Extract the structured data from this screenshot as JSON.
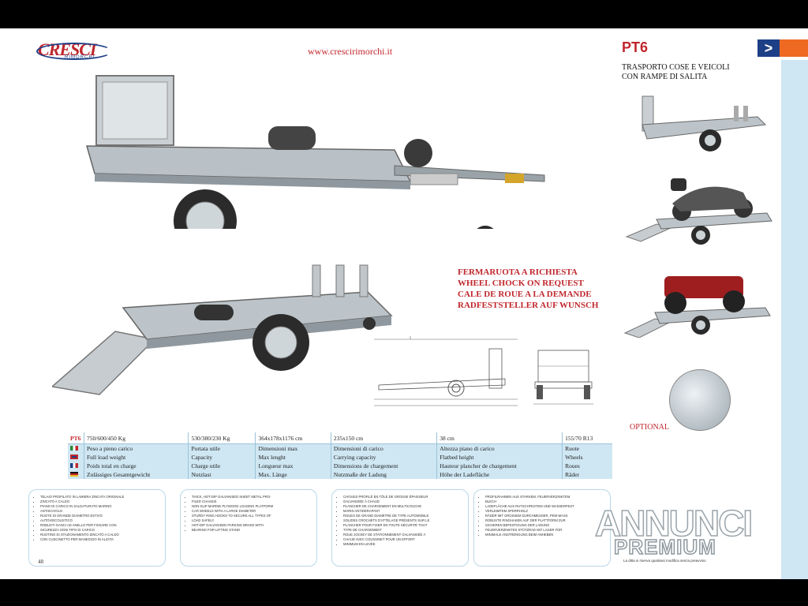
{
  "brand": {
    "name": "CRESCI",
    "sub": "RIMORCHI"
  },
  "url": "www.crescirimorchi.it",
  "model": "PT6",
  "subtitle": [
    "TRASPORTO COSE E VEICOLI",
    "CON RAMPE DI SALITA"
  ],
  "note": [
    "FERMARUOTA A RICHIESTA",
    "WHEEL CHOCK ON REQUEST",
    "CALE DE ROUE A LA DEMANDE",
    "RADFESTSTELLER AUF WUNSCH"
  ],
  "optional": "OPTIONAL",
  "spec_head": [
    "PT6",
    "750/600/450 Kg",
    "530/380/230 Kg",
    "364x178x1176 cm",
    "235x150 cm",
    "38 cm",
    "155/70 R13"
  ],
  "spec_rows": [
    {
      "lang": "it",
      "cells": [
        "Peso a pieno carico",
        "Portata utile",
        "Dimensioni max",
        "Dimensioni di carico",
        "Altezza piano di carico",
        "Ruote"
      ]
    },
    {
      "lang": "en",
      "cells": [
        "Full load weight",
        "Capacity",
        "Max lenght",
        "Carrying capacity",
        "Flatbed height",
        "Wheels"
      ]
    },
    {
      "lang": "fr",
      "cells": [
        "Poids total en charge",
        "Charge utile",
        "Longueur max",
        "Dimensions de chargement",
        "Hauteur plancher de chargement",
        "Roues"
      ]
    },
    {
      "lang": "de",
      "cells": [
        "Zulässiges Gesamtgewicht",
        "Nutzlast",
        "Max. Länge",
        "Nutzmaße der Ladung",
        "Höhe der Ladefläche",
        "Räder"
      ]
    }
  ],
  "boxes": [
    [
      "TELAIO PROFILATO IN LAMIERA ZINCATA ORIGINALE",
      "ZINCATO A CALDO",
      "PIANO DI CARICO IN SALDATURATO MARINO",
      "ANTISCIVOLO",
      "RUOTE DI GRANDE DIAMETRO ESTIVO",
      "AUTOVEICOLISTICO",
      "ROBUSTI GANCI AD ANELLO PER FISSARE CON",
      "SICUREZZA OGNI TIPO DI CARICO",
      "RUOTINO DI STAZIONAMENTO ZINCATO A CALDO",
      "CON CUSCINETTO PER MANEGGIO IN ALZATA"
    ],
    [
      "THICK, HOT-DIP GALVANISED SHEET METAL PRO-",
      "FILED CHASSIS",
      "NON-SLIP MARINE PLYWOOD LOADING PLATFORM",
      "CAR WHEELS WITH A LARGE DIAMETER",
      "STURDY RING HOOKS TO SECURE ALL TYPES OF",
      "LOAD SAFELY",
      "HOT-DIP GALVANISED PARKING BRAKE WITH",
      "BEARING FOR LIFTING STAND"
    ],
    [
      "CHÂSSIS PROFILÉ EN TÔLE DE GROSSE ÉPAISSEUR",
      "GALVANISÉE À CHAUD",
      "PLANCHER DE CHARGEMENT EN MULTICOUCHE",
      "MARIN ANTIDÉRAPANT",
      "ROUES DE GRAND DIAMÈTRE DE TYPE AUTOMOBILE",
      "SOLIDES CROCHETS D'ATTELAGE PRÉSENTS SUR LE",
      "PLANCHER POUR FIXER EN TOUTE SÉCURITÉ TOUT",
      "TYPE DE CHARGEMENT",
      "ROUE JOCKEY DE STATIONNEMENT GALVANISÉE À",
      "CHAUD AVEC COUSSINET POUR UN EFFORT",
      "MINIMUM EN LEVÉE"
    ],
    [
      "PROFILRAHMEN AUS STARKEM, FEUERVERZINKTEM",
      "BLECH",
      "LADEFLÄCHE AUS RUTSCHFESTEM UND WASSERFEST",
      "VERLEIMTEM SPERRHOLZ",
      "RÄDER MIT GROSSEM DURCHMESSER, PKW-MASS",
      "ROBUSTE RINGHAKEN AUF DER PLATTFORM ZUR",
      "SICHEREN BEFESTIGUNG DER LADUNG",
      "FEUERVERZINKTES STÜTZRAD MIT LAGER FÜR",
      "MINIMALE ANSTRENGUNG BEIM ANHEBEN"
    ]
  ],
  "page_number": "48",
  "watermark": [
    "ANNUNCI",
    "PREMIUM"
  ],
  "caption_small": "La ditta si riserva qualsiasi modifica senza preavviso",
  "colors": {
    "accent_red": "#c0272d",
    "brand_blue": "#1d3f87",
    "light_blue": "#cfe7f3",
    "orange": "#ee6a22"
  }
}
